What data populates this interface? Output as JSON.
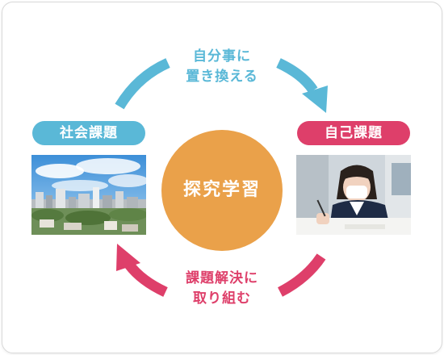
{
  "diagram": {
    "top_caption_line1": "自分事に",
    "top_caption_line2": "置き換える",
    "bottom_caption_line1": "課題解決に",
    "bottom_caption_line2": "取り組む",
    "left_label": "社会課題",
    "right_label": "自己課題",
    "center_label": "探究学習",
    "colors": {
      "blue": "#5ab8d7",
      "pink": "#de3f6a",
      "orange": "#eaa14a"
    },
    "left_image": "city-skyline-photo",
    "right_image": "student-studying-photo"
  }
}
